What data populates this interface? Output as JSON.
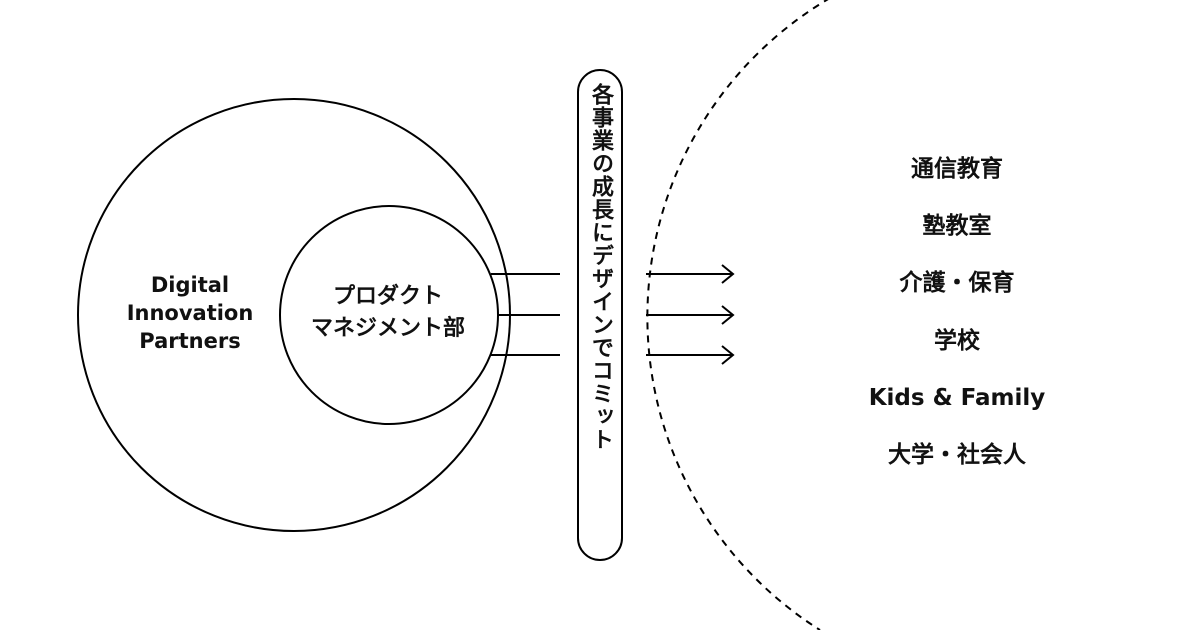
{
  "outer_circle": {
    "label_lines": [
      "Digital",
      "Innovation",
      "Partners"
    ]
  },
  "inner_circle": {
    "label_lines": [
      "プロダクト",
      "マネジメント部"
    ]
  },
  "commitment_pill": {
    "text": "各事業の成長にデザインでコミット"
  },
  "target_businesses": [
    "通信教育",
    "塾教室",
    "介護・保育",
    "学校",
    "Kids & Family",
    "大学・社会人"
  ],
  "colors": {
    "line": "#000000",
    "text": "#111111",
    "background": "#ffffff"
  }
}
